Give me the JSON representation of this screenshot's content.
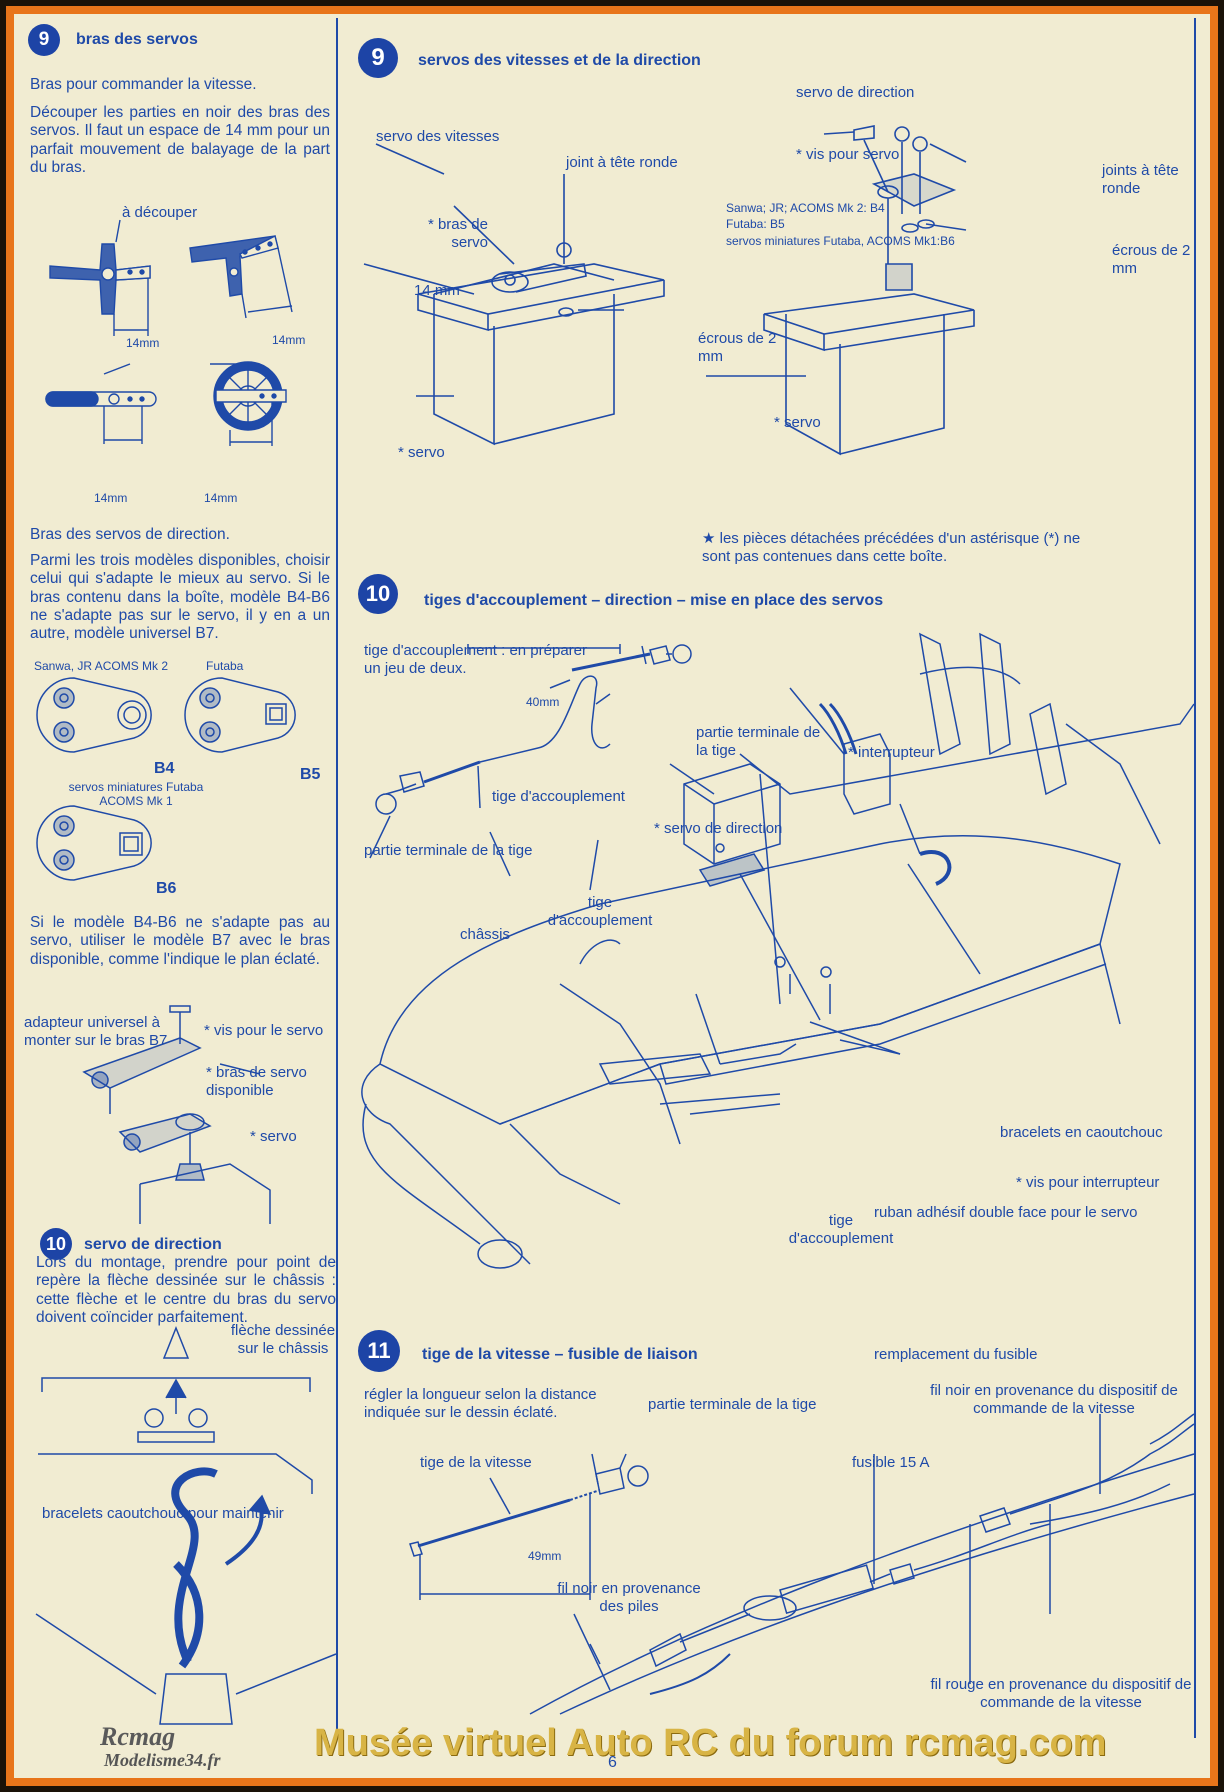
{
  "left": {
    "step9": {
      "num": "9",
      "title": "bras des servos"
    },
    "p1": "Bras pour commander la vitesse.",
    "p2": "Découper les parties en noir des bras des servos. Il faut un espace de 14 mm pour un parfait mouvement de balayage de la part du bras.",
    "a_decouper": "à découper",
    "dim14": "14mm",
    "p3": "Bras des servos de direction.",
    "p4": "Parmi les trois modèles disponibles, choisir celui qui s'adapte le mieux au servo. Si le bras contenu dans la boîte, modèle B4-B6 ne s'adapte pas sur le servo, il y en a un autre, modèle universel B7.",
    "sanwa": "Sanwa, JR ACOMS Mk 2",
    "futaba": "Futaba",
    "b4": "B4",
    "b5": "B5",
    "b6": "B6",
    "mini": "servos miniatures Futaba ACOMS Mk 1",
    "p5": "Si le modèle B4-B6 ne s'adapte pas au servo, utiliser le modèle B7 avec le bras disponible, comme l'indique le plan éclaté.",
    "adaptateur": "adapteur universel à monter sur le bras B7",
    "vis_servo": "* vis pour le servo",
    "bras_dispo": "* bras de servo disponible",
    "servo": "* servo",
    "step10": {
      "num": "10",
      "title": "servo de direction"
    },
    "p6": "Lors du montage, prendre pour point de repère la flèche dessinée sur le châssis : cette flèche et le centre du bras du servo doivent coïncider parfaitement.",
    "fleche": "flèche dessinée sur le châssis",
    "bracelets_maintenir": "bracelets caoutchouc pour maintenir"
  },
  "right": {
    "step9": {
      "num": "9",
      "title": "servos des vitesses et de la direction"
    },
    "servo_direction": "servo de direction",
    "servo_vitesses": "servo des vitesses",
    "joint_tete": "joint à tête ronde",
    "vis_pour_servo": "* vis pour servo",
    "joints_tete": "joints à tête ronde",
    "bras_de_servo": "* bras de servo",
    "brand_line1": "Sanwa; JR; ACOMS Mk 2: B4",
    "brand_line2": "Futaba: B5",
    "brand_line3": "servos miniatures Futaba, ACOMS Mk1:B6",
    "dim14mm": "14 mm",
    "ecrous1": "écrous de 2 mm",
    "ecrous2": "écrous de 2 mm",
    "servo1": "* servo",
    "servo2": "* servo",
    "note": "★ les pièces détachées précédées d'un astérisque (*) ne sont pas contenues dans cette boîte.",
    "step10": {
      "num": "10",
      "title": "tiges d'accouplement – direction – mise en place des servos"
    },
    "tige_prep": "tige d'accouplement : en préparer un jeu de deux.",
    "dim40": "40mm",
    "partie_term1": "partie terminale de la tige",
    "tige_acc1": "tige d'accouplement",
    "partie_term2": "partie terminale de la tige",
    "interrupteur": "* interrupteur",
    "servo_dir": "* servo de direction",
    "tige_acc2": "tige d'accouplement",
    "chassis": "châssis",
    "bracelets": "bracelets en caoutchouc",
    "vis_interrupteur": "* vis pour interrupteur",
    "ruban": "ruban adhésif double face pour le servo",
    "tige_acc3": "tige d'accouplement",
    "step11": {
      "num": "11",
      "title": "tige de la vitesse – fusible de liaison"
    },
    "remplacement": "remplacement du fusible",
    "regler": "régler la longueur selon la distance indiquée sur le dessin éclaté.",
    "partie_term3": "partie terminale de la tige",
    "fil_noir_disp": "fil noir en provenance du dispositif de commande de la vitesse",
    "tige_vitesse": "tige de la vitesse",
    "fusible": "fusible 15 A",
    "dim49": "49mm",
    "fil_noir_piles": "fil noir en provenance des piles",
    "fil_rouge": "fil rouge en provenance du dispositif de commande de la vitesse"
  },
  "footer": {
    "page": "6",
    "logo_top": "Rcmag",
    "logo_bottom": "Modelisme34.fr",
    "watermark": "Musée virtuel Auto RC du forum rcmag.com"
  },
  "colors": {
    "ink": "#1f4aa8",
    "paper": "#f1ecd2",
    "frame": "#e8751a",
    "watermark": "#d8b445"
  }
}
